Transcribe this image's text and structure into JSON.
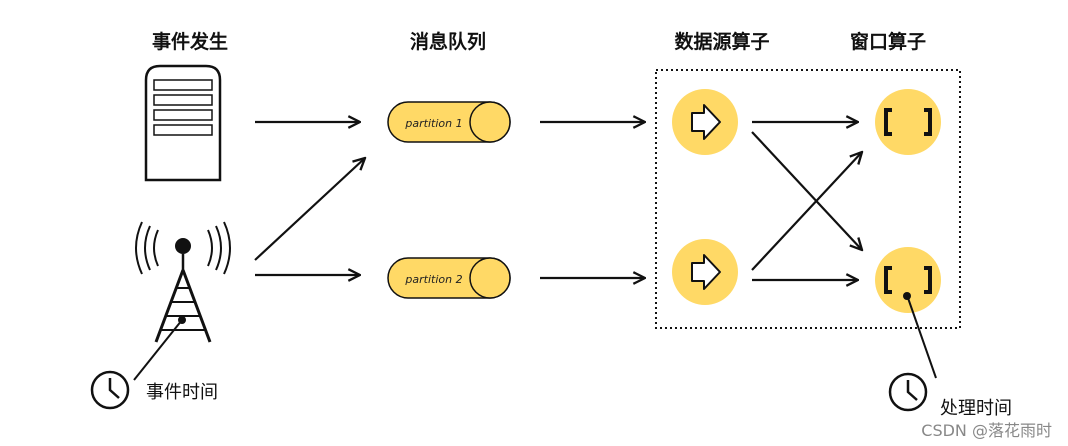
{
  "headers": {
    "event_occurs": "事件发生",
    "message_queue": "消息队列",
    "source_operator": "数据源算子",
    "window_operator": "窗口算子"
  },
  "queue": {
    "partition1": "partition 1",
    "partition2": "partition 2"
  },
  "labels": {
    "event_time": "事件时间",
    "processing_time": "处理时间"
  },
  "watermark": "CSDN @落花雨时",
  "colors": {
    "accent": "#FFD966",
    "stroke": "#111111"
  }
}
